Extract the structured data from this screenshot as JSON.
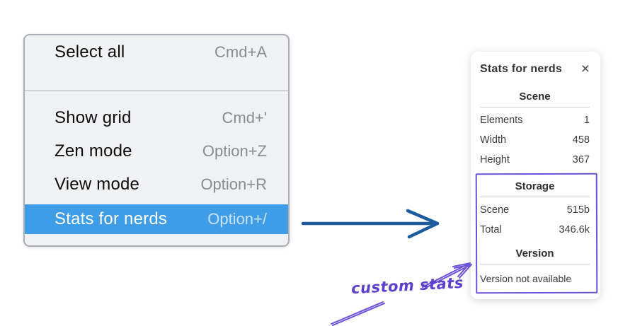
{
  "menu": {
    "items": [
      {
        "label": "Select all",
        "shortcut": "Cmd+A",
        "highlighted": false
      },
      {
        "label": "Show grid",
        "shortcut": "Cmd+'",
        "highlighted": false
      },
      {
        "label": "Zen mode",
        "shortcut": "Option+Z",
        "highlighted": false
      },
      {
        "label": "View mode",
        "shortcut": "Option+R",
        "highlighted": false
      },
      {
        "label": "Stats for nerds",
        "shortcut": "Option+/",
        "highlighted": true
      }
    ]
  },
  "stats_panel": {
    "title": "Stats for nerds",
    "close_icon": "×",
    "sections": [
      {
        "header": "Scene",
        "rows": [
          [
            "Elements",
            "1"
          ],
          [
            "Width",
            "458"
          ],
          [
            "Height",
            "367"
          ]
        ]
      },
      {
        "header": "Storage",
        "rows": [
          [
            "Scene",
            "515b"
          ],
          [
            "Total",
            "346.6k"
          ]
        ]
      },
      {
        "header": "Version",
        "rows": [],
        "note": "Version not available"
      }
    ]
  },
  "annotation": {
    "label": "custom stats"
  },
  "colors": {
    "menu_highlight": "#3e9de6",
    "menu_background": "#f0f1f2",
    "menu_border": "#a9aeb4",
    "flow_arrow_blue": "#1b5c9e",
    "annotation_purple": "#6c52d9",
    "annotation_text_purple": "#5b3fd0"
  }
}
